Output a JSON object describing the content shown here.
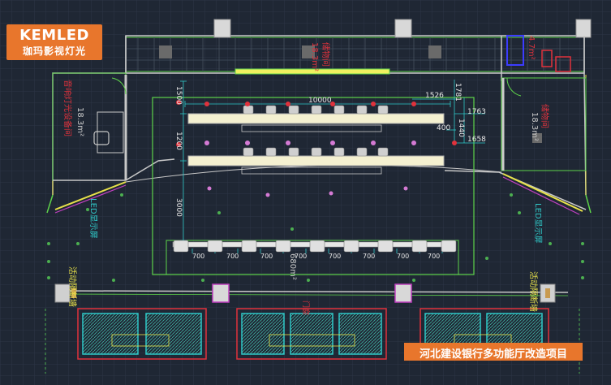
{
  "logo": {
    "brand": "KEMLED",
    "cn": "珈玛影视灯光"
  },
  "caption": "河北建设银行多功能厅改造项目",
  "rooms": {
    "top_area": "18.3m²",
    "top_name": "储物间",
    "left_area": "18.3m²",
    "left_name": "音响灯光设备间",
    "right_area": "18.3m²",
    "right_name": "储物间",
    "top_right_area": "4.7m²",
    "hall_area": "680m²"
  },
  "screens": {
    "left": "LED显示屏",
    "right": "LED显示屏"
  },
  "partitions": {
    "left": "活动隔断墙",
    "right": "活动隔断墙",
    "center": "门窗"
  },
  "dims": {
    "d10000": "10000",
    "d1526": "1526",
    "d1500": "1500",
    "d1781": "1781",
    "d1763": "1763",
    "d1440": "1440",
    "d400": "400",
    "d1200": "1200",
    "d1658": "1658",
    "d3000": "3000",
    "d700": "700"
  },
  "colors": {
    "background": "#1f2734",
    "grid": "#2c3646",
    "wall": "#c8c8c8",
    "green": "#5ed34a",
    "cyan": "#2fc8c8",
    "red": "#e0323c",
    "magenta": "#c040c0",
    "yellow": "#e8e24a",
    "accent": "#e8762c"
  }
}
